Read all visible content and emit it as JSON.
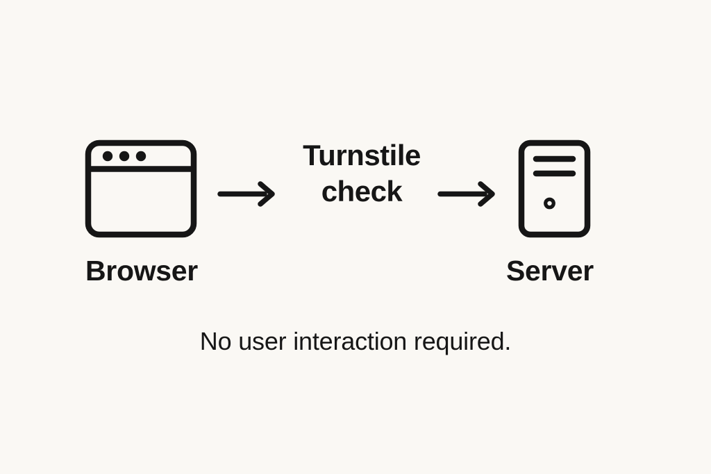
{
  "diagram": {
    "background_color": "#faf8f4",
    "ink_color": "#161616",
    "nodes": [
      {
        "id": "browser",
        "icon": "browser-window-icon",
        "label": "Browser"
      },
      {
        "id": "server",
        "icon": "server-tower-icon",
        "label": "Server"
      }
    ],
    "connectors": [
      {
        "id": "arrow-1",
        "icon": "arrow-right-icon",
        "from": "browser",
        "to": "turnstile-check"
      },
      {
        "id": "arrow-2",
        "icon": "arrow-right-icon",
        "from": "turnstile-check",
        "to": "server"
      }
    ],
    "middle_label": {
      "line1": "Turnstile",
      "line2": "check"
    },
    "caption": "No user interaction required."
  }
}
